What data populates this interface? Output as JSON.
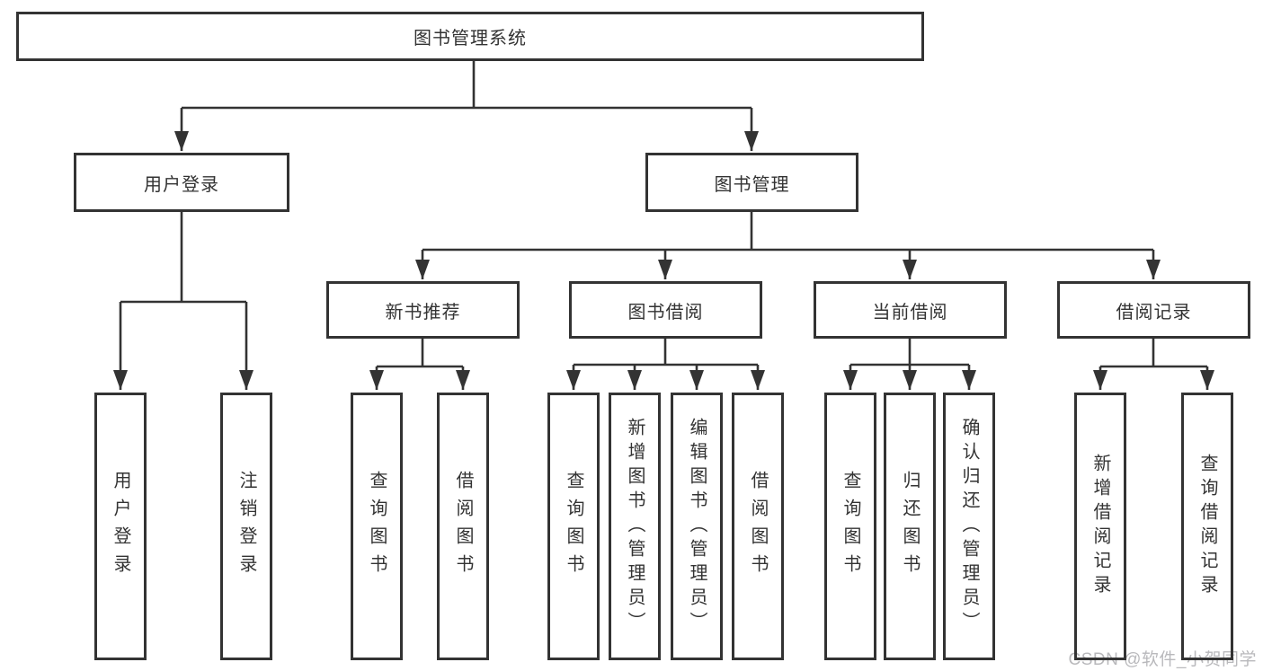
{
  "tree": {
    "root": {
      "label": "图书管理系统"
    },
    "children": [
      {
        "label": "用户登录",
        "children": [
          {
            "label": "用户登录"
          },
          {
            "label": "注销登录"
          }
        ]
      },
      {
        "label": "图书管理",
        "children": [
          {
            "label": "新书推荐",
            "children": [
              {
                "label": "查询图书"
              },
              {
                "label": "借阅图书"
              }
            ]
          },
          {
            "label": "图书借阅",
            "children": [
              {
                "label": "查询图书"
              },
              {
                "label": "新增图书（管理员）"
              },
              {
                "label": "编辑图书（管理员）"
              },
              {
                "label": "借阅图书"
              }
            ]
          },
          {
            "label": "当前借阅",
            "children": [
              {
                "label": "查询图书"
              },
              {
                "label": "归还图书"
              },
              {
                "label": "确认归还（管理员）"
              }
            ]
          },
          {
            "label": "借阅记录",
            "children": [
              {
                "label": "新增借阅记录"
              },
              {
                "label": "查询借阅记录"
              }
            ]
          }
        ]
      }
    ]
  },
  "watermark": {
    "text": "CSDN @软件_小贺同学"
  },
  "colors": {
    "line": "#333333",
    "text": "#333333",
    "watermark_text": "#b9b9bc",
    "background": "#ffffff"
  }
}
